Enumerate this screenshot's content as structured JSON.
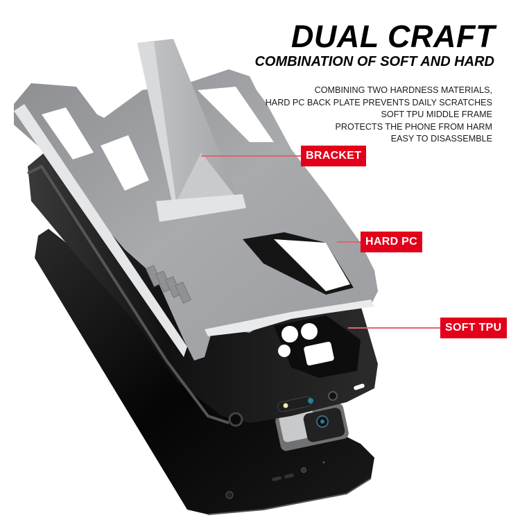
{
  "header": {
    "title": "DUAL CRAFT",
    "subtitle": "COMBINATION OF SOFT AND HARD"
  },
  "description": {
    "lines": [
      "COMBINING TWO HARDNESS MATERIALS,",
      "HARD PC BACK PLATE PREVENTS DAILY SCRATCHES",
      "SOFT TPU MIDDLE FRAME",
      "PROTECTS THE PHONE FROM HARM",
      "EASY TO DISASSEMBLE"
    ]
  },
  "callouts": [
    {
      "label": "BRACKET"
    },
    {
      "label": "HARD PC"
    },
    {
      "label": "SOFT TPU"
    }
  ],
  "colors": {
    "accent_red": "#e2001a",
    "leader_line": "#e06470",
    "silver_plate": "#a9abae",
    "tpu_black": "#1c1c1c"
  }
}
